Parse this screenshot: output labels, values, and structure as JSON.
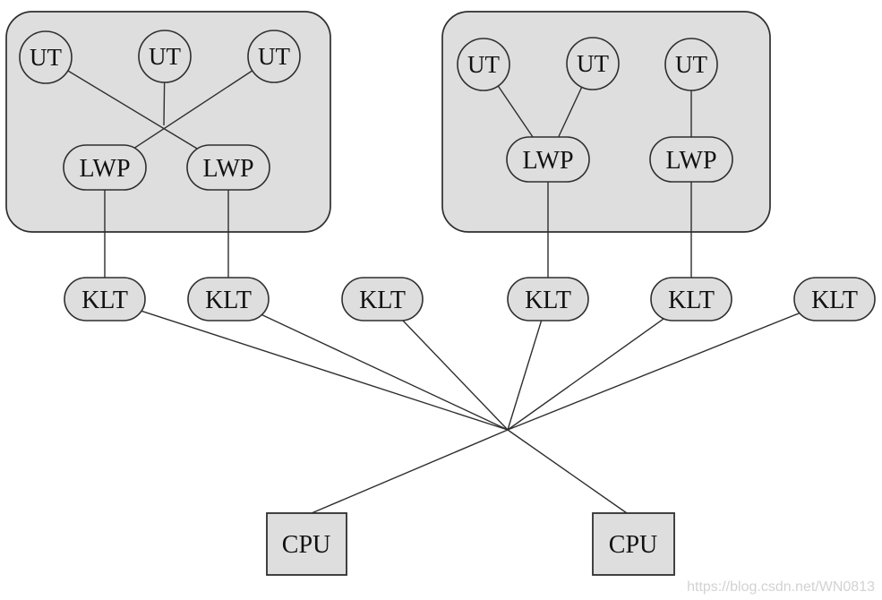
{
  "watermark": "https://blog.csdn.net/WN0813",
  "colors": {
    "node_fill": "#dedede",
    "node_stroke": "#2e2e2e",
    "line": "#2e2e2e",
    "background": "#ffffff",
    "watermark": "#d2d2d2"
  },
  "processes": [
    {
      "user_threads": [
        "UT",
        "UT",
        "UT"
      ],
      "lwps": [
        "LWP",
        "LWP"
      ]
    },
    {
      "user_threads": [
        "UT",
        "UT",
        "UT"
      ],
      "lwps": [
        "LWP",
        "LWP"
      ]
    }
  ],
  "kernel_threads": [
    "KLT",
    "KLT",
    "KLT",
    "KLT",
    "KLT",
    "KLT"
  ],
  "cpus": [
    "CPU",
    "CPU"
  ]
}
